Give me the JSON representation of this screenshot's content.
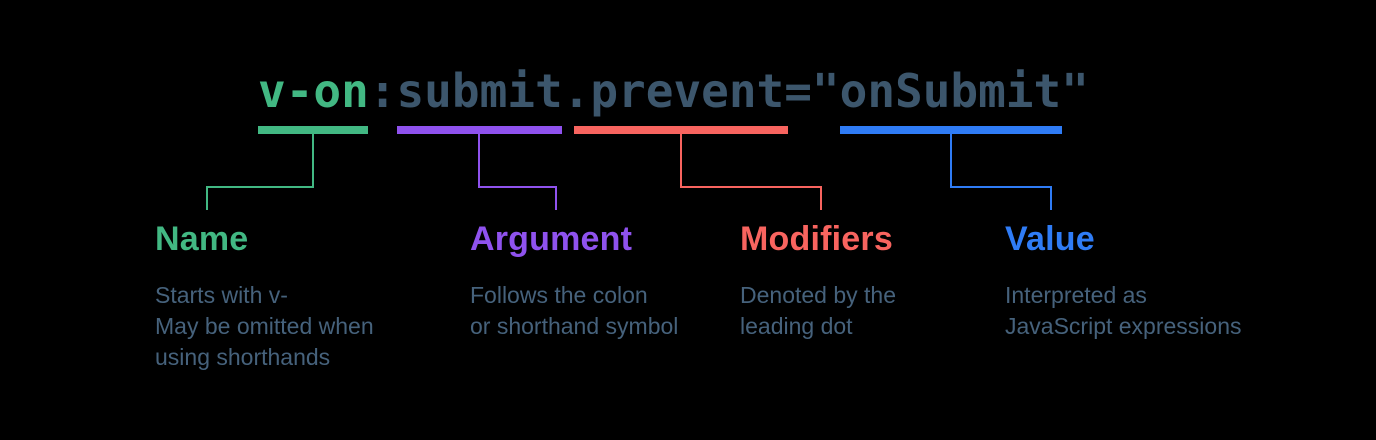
{
  "title_code": {
    "name": "v-on",
    "colon": ":",
    "argument": "submit",
    "dot": ".",
    "modifier": "prevent",
    "equals_quote": "=\"",
    "value": "onSubmit",
    "closing_quote": "\""
  },
  "colors": {
    "name_green": "#42b883",
    "argument_purple": "#8f52ee",
    "modifiers_red": "#f8645f",
    "value_blue": "#2f7cf6",
    "code_text": "#3c566c",
    "description_text": "#46627c",
    "background": "#000000"
  },
  "parts": [
    {
      "label": "Name",
      "description_lines": [
        "Starts with v-",
        "May be omitted when",
        "using shorthands"
      ]
    },
    {
      "label": "Argument",
      "description_lines": [
        "Follows the colon",
        "or shorthand symbol"
      ]
    },
    {
      "label": "Modifiers",
      "description_lines": [
        "Denoted by the",
        "leading dot"
      ]
    },
    {
      "label": "Value",
      "description_lines": [
        "Interpreted as",
        "JavaScript expressions"
      ]
    }
  ]
}
